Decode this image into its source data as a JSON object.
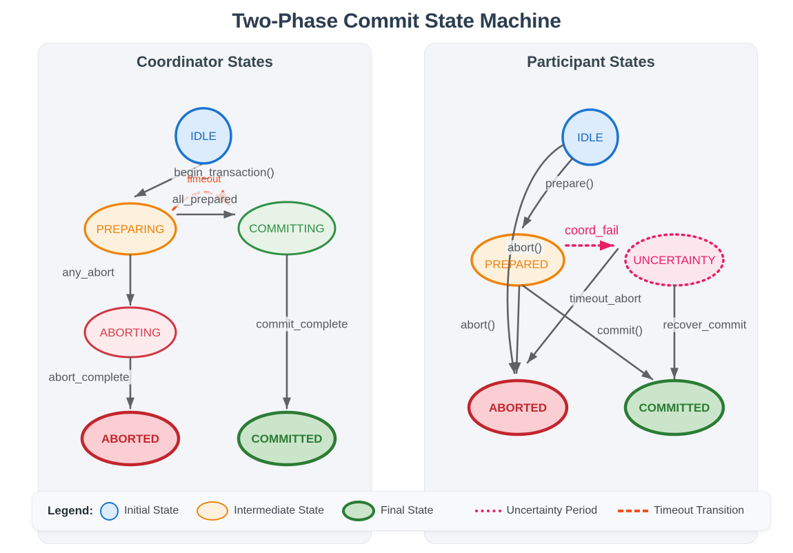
{
  "title": "Two-Phase Commit State Machine",
  "panels": {
    "coordinator": {
      "title": "Coordinator States",
      "nodes": {
        "idle": "IDLE",
        "preparing": "PREPARING",
        "committing": "COMMITTING",
        "aborting": "ABORTING",
        "aborted": "ABORTED",
        "committed": "COMMITTED"
      },
      "edges": {
        "begin_transaction": "begin_transaction()",
        "timeout": "timeout",
        "all_prepared": "all_prepared",
        "any_abort": "any_abort",
        "commit_complete": "commit_complete",
        "abort_complete": "abort_complete"
      }
    },
    "participant": {
      "title": "Participant States",
      "nodes": {
        "idle": "IDLE",
        "prepared": "PREPARED",
        "uncertainty": "UNCERTAINTY",
        "aborted": "ABORTED",
        "committed": "COMMITTED"
      },
      "edges": {
        "prepare": "prepare()",
        "abort_from_prepared": "abort()",
        "coord_fail": "coord_fail",
        "timeout_abort": "timeout_abort",
        "abort_from_idle": "abort()",
        "commit": "commit()",
        "recover_commit": "recover_commit"
      }
    }
  },
  "legend": {
    "label": "Legend:",
    "items": [
      {
        "label": "Initial State"
      },
      {
        "label": "Intermediate State"
      },
      {
        "label": "Final State"
      },
      {
        "label": "Uncertainty Period"
      },
      {
        "label": "Timeout Transition"
      }
    ]
  },
  "colors": {
    "page_title": "#2c3e50",
    "panel_title": "#37474f",
    "panel_bg": "#f3f5f8",
    "panel_border": "#e4e7ec",
    "legend_bg": "#f7f9fb",
    "legend_border": "#e9ebf0",
    "legend_text": "#43474d",
    "arrow_gray": "#606163",
    "edge_label": "#555a60",
    "timeout_orange": "#f4511e",
    "coord_fail_pink": "#e91e63",
    "initial_border": "#1b74d1",
    "initial_fill": "#dcecfc",
    "initial_text": "#1765c1",
    "intermediate_border": "#f0830a",
    "intermediate_fill": "#fdf1dd",
    "intermediate_text": "#ef820d",
    "aborting_border": "#d23440",
    "aborting_fill": "#fdeaec",
    "aborting_text": "#d5404e",
    "final_red_border": "#c2252d",
    "final_red_fill": "#fbced3",
    "final_red_text": "#c3272f",
    "committing_border": "#2f9144",
    "committing_fill": "#e7f3e7",
    "committing_text": "#2f9144",
    "final_green_border": "#2b7c34",
    "final_green_fill": "#cbe5cb",
    "final_green_text": "#2b7c34",
    "uncertainty_border": "#e91e63",
    "uncertainty_fill": "#fce6ee",
    "uncertainty_text": "#e91e63"
  }
}
